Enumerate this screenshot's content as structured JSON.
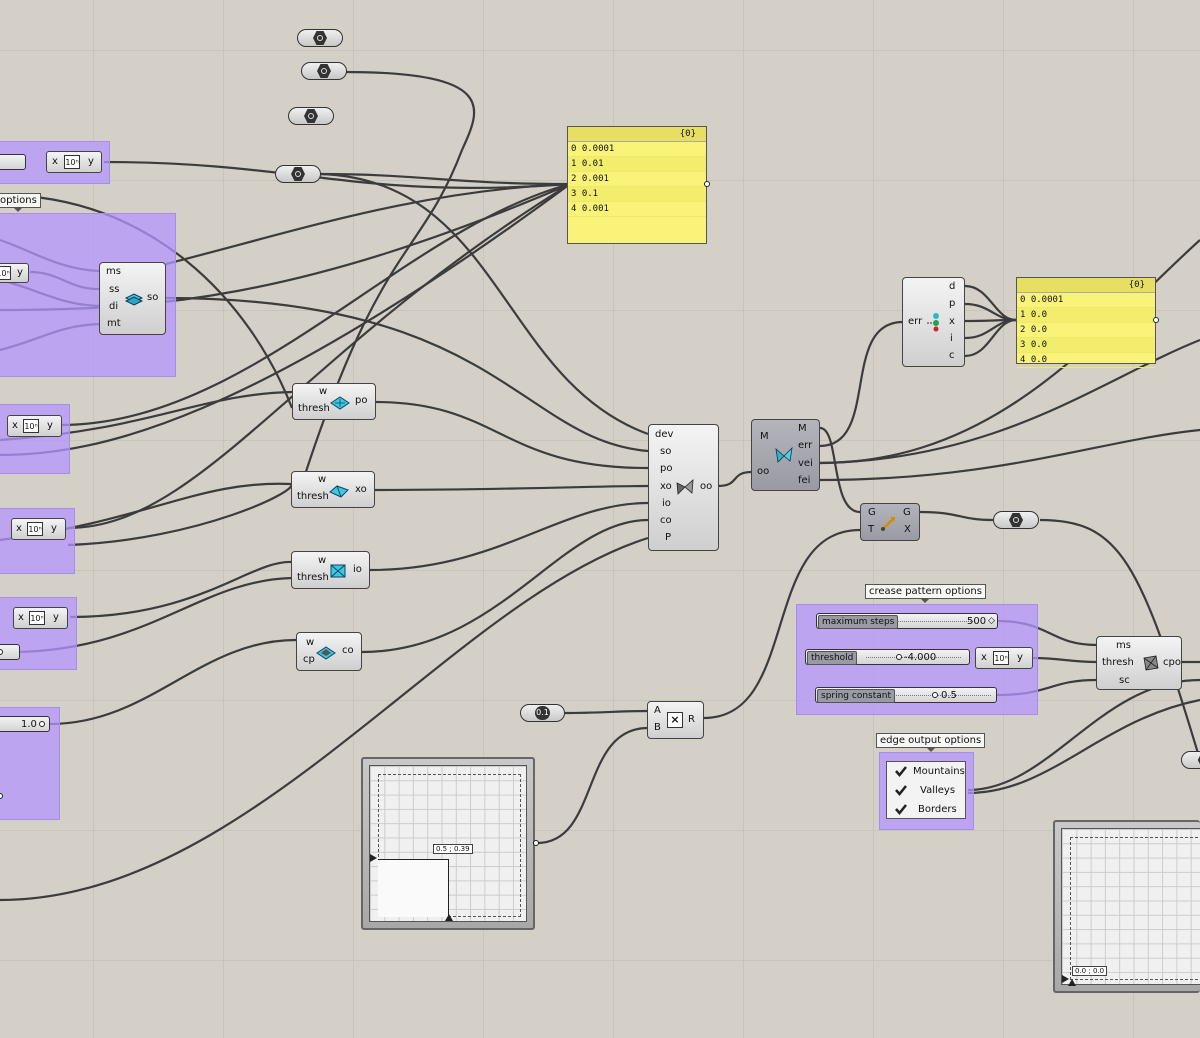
{
  "panel_top": {
    "header": "{0}",
    "rows": [
      "0 0.0001",
      "1 0.01",
      "2 0.001",
      "3 0.1",
      "4 0.001"
    ]
  },
  "panel_right": {
    "header": "{0}",
    "rows": [
      "0 0.0001",
      "1 0.0",
      "2 0.0",
      "3 0.0",
      "4 0.0"
    ]
  },
  "left": {
    "options_label": "options",
    "so_inputs": [
      "ms",
      "ss",
      "di",
      "mt"
    ],
    "so_output": "so",
    "y_label": "y",
    "x_label": "x",
    "slider_value": "1.0"
  },
  "po": {
    "inputs": [
      "w",
      "thresh"
    ],
    "output": "po"
  },
  "xo": {
    "inputs": [
      "w",
      "thresh"
    ],
    "output": "xo"
  },
  "io": {
    "inputs": [
      "w",
      "thresh"
    ],
    "output": "io"
  },
  "co": {
    "inputs": [
      "w",
      "cp"
    ],
    "output": "co"
  },
  "merge": {
    "inputs": [
      "dev",
      "so",
      "po",
      "xo",
      "io",
      "co",
      "P"
    ],
    "output": "oo"
  },
  "solver": {
    "inputs": [
      "M",
      "oo"
    ],
    "outputs": [
      "M",
      "err",
      "vei",
      "fei"
    ]
  },
  "errbox": {
    "input": "err",
    "outputs": [
      "d",
      "p",
      "x",
      "i",
      "c"
    ]
  },
  "gt": {
    "inputs": [
      "G",
      "T"
    ],
    "outputs": [
      "G",
      "X"
    ]
  },
  "ab": {
    "inputs": [
      "A",
      "B"
    ],
    "output": "R"
  },
  "crease": {
    "label": "crease pattern options",
    "max_steps": {
      "name": "maximum steps",
      "value": "500"
    },
    "threshold": {
      "name": "threshold",
      "value": "-4.000"
    },
    "spring": {
      "name": "spring constant",
      "value": "0.5"
    },
    "cpo_inputs": [
      "ms",
      "thresh",
      "sc"
    ],
    "cpo_output": "cpo"
  },
  "edge": {
    "label": "edge output options",
    "items": [
      "Mountains",
      "Valleys",
      "Borders"
    ]
  },
  "graph1": {
    "readout": "0.5 ; 0.39"
  },
  "graph2": {
    "readout": "0.0 ; 0.0"
  },
  "colors": {
    "group": "#b496ff",
    "panel": "#f9f37a",
    "wire": "#3c3c3c"
  }
}
